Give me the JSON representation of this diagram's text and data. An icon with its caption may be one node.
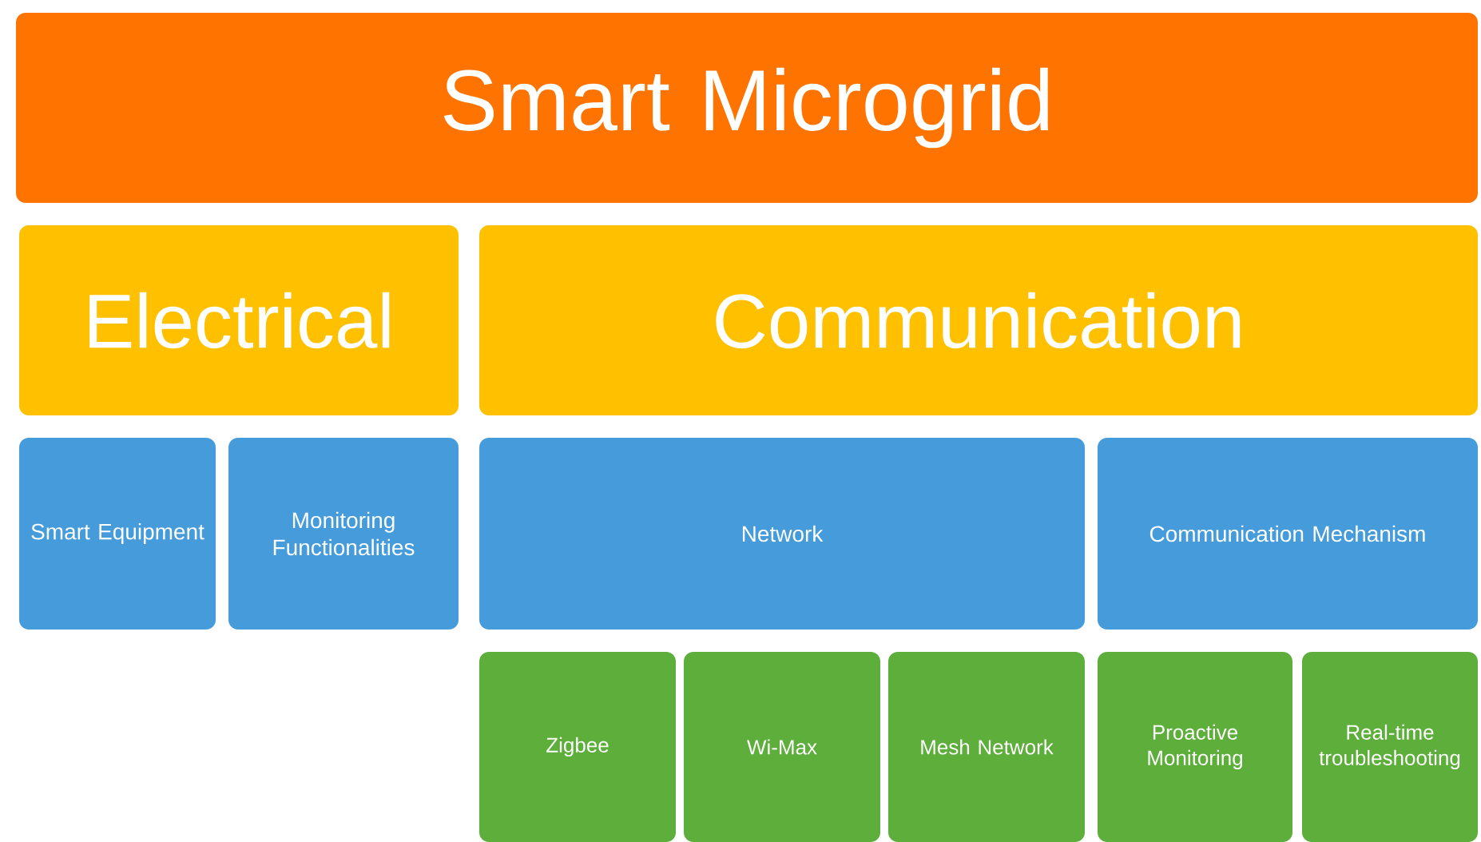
{
  "diagram": {
    "nodes": [
      {
        "text": [
          "Smart Microgrid"
        ]
      },
      {
        "text": [
          "Electrical"
        ]
      },
      {
        "text": [
          "Communication"
        ]
      },
      {
        "text": [
          "Smart Equipment"
        ]
      },
      {
        "text": [
          "Monitoring Functionalities"
        ]
      },
      {
        "text": [
          "Network"
        ]
      },
      {
        "text": [
          "Communication Mechanism"
        ]
      },
      {
        "text": [
          "Zigbee"
        ]
      },
      {
        "text": [
          "Wi-Max"
        ]
      },
      {
        "text": [
          "Mesh Network"
        ]
      },
      {
        "text": [
          "Proactive Monitoring"
        ]
      },
      {
        "text": [
          "Real-time troubleshooting"
        ]
      }
    ]
  }
}
